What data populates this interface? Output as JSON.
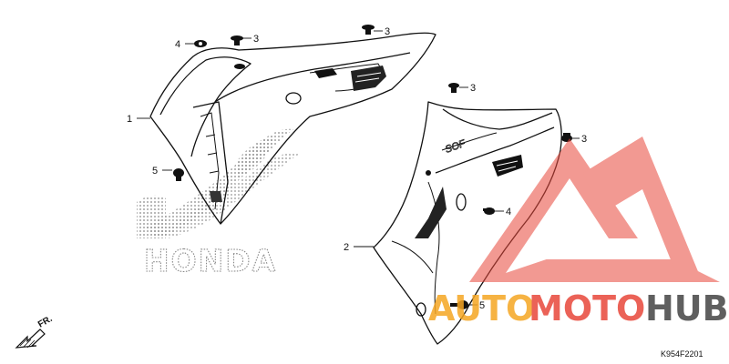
{
  "callouts": [
    {
      "id": "c1",
      "label": "1"
    },
    {
      "id": "c2",
      "label": "2"
    },
    {
      "id": "c3a",
      "label": "3"
    },
    {
      "id": "c3b",
      "label": "3"
    },
    {
      "id": "c3c",
      "label": "3"
    },
    {
      "id": "c3d",
      "label": "3"
    },
    {
      "id": "c4a",
      "label": "4"
    },
    {
      "id": "c4b",
      "label": "4"
    },
    {
      "id": "c5a",
      "label": "5"
    },
    {
      "id": "c5b",
      "label": "5"
    }
  ],
  "diagram_code": "K954F2201",
  "direction_label": "FR.",
  "brand_logo_word": "HONDA",
  "watermark": {
    "part1": "AUTO",
    "part2": "MOTO",
    "part3": "HUB",
    "color_orange": "#f5a623",
    "color_red": "#e8473a",
    "color_gray": "#444444"
  },
  "colors": {
    "line": "#111111",
    "dots": "#888888"
  }
}
